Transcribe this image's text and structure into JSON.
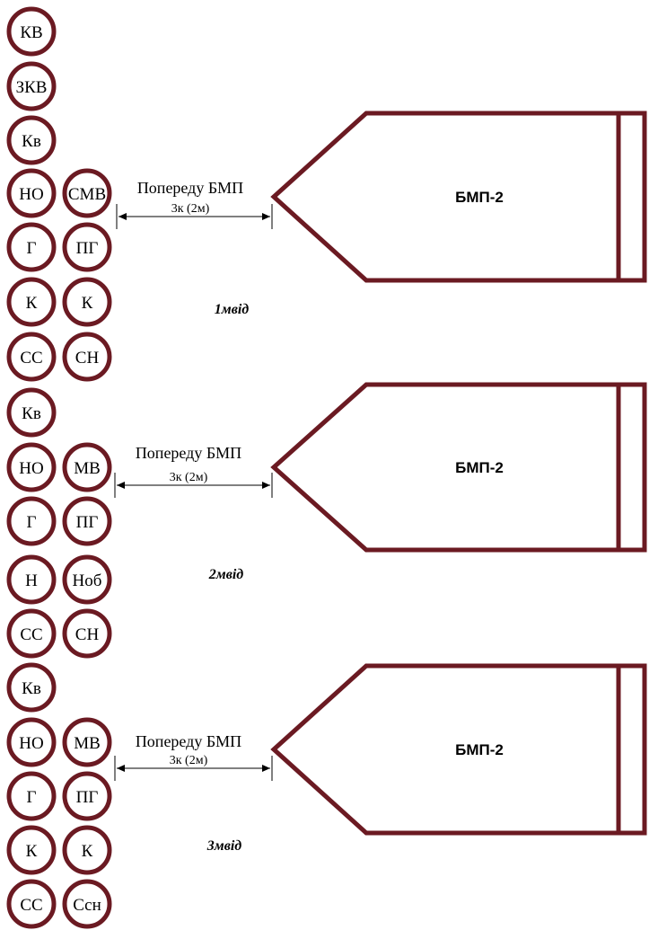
{
  "colors": {
    "outline": "#6b1a22",
    "text": "#000000",
    "background": "#ffffff"
  },
  "left_column": [
    "КВ",
    "ЗКВ",
    "Кв",
    "НО",
    "Г",
    "К",
    "СС",
    "Кв",
    "НО",
    "Г",
    "Н",
    "СС",
    "Кв",
    "НО",
    "Г",
    "К",
    "СС"
  ],
  "groups": [
    {
      "name": "1мвід",
      "right_column": [
        "СМВ",
        "ПГ",
        "К",
        "СН"
      ],
      "caption": "Попереду БМП",
      "distance": "3к (2м)",
      "vehicle": "БМП-2"
    },
    {
      "name": "2мвід",
      "right_column": [
        "МВ",
        "ПГ",
        "Ноб",
        "СН"
      ],
      "caption": "Попереду БМП",
      "distance": "3к (2м)",
      "vehicle": "БМП-2"
    },
    {
      "name": "3мвід",
      "right_column": [
        "МВ",
        "ПГ",
        "К",
        "Ссн"
      ],
      "caption": "Попереду БМП",
      "distance": "3к (2м)",
      "vehicle": "БМП-2"
    }
  ]
}
